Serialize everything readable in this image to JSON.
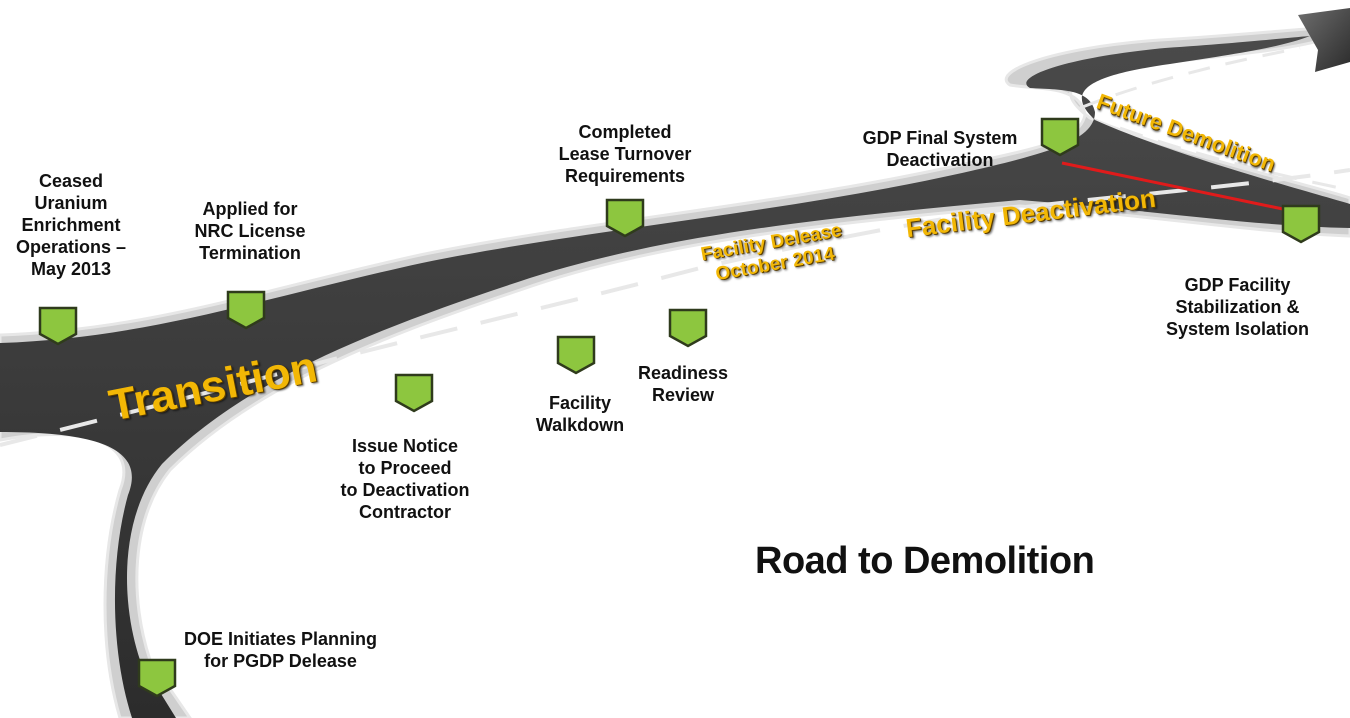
{
  "title": "Road to Demolition",
  "phases": {
    "transition": "Transition",
    "facility_delease": "Facility Delease\nOctober 2014",
    "facility_deactivation": "Facility Deactivation",
    "future_demolition": "Future Demolition"
  },
  "milestones": [
    {
      "id": "ceased",
      "label": "Ceased\nUranium\nEnrichment\nOperations –\nMay 2013"
    },
    {
      "id": "applied",
      "label": "Applied for\nNRC License\nTermination"
    },
    {
      "id": "issue",
      "label": "Issue Notice\nto Proceed\nto Deactivation\nContractor"
    },
    {
      "id": "walkdown",
      "label": "Facility\nWalkdown"
    },
    {
      "id": "readiness",
      "label": "Readiness\nReview"
    },
    {
      "id": "lease",
      "label": "Completed\nLease Turnover\nRequirements"
    },
    {
      "id": "final",
      "label": "GDP Final System\nDeactivation"
    },
    {
      "id": "stabilization",
      "label": "GDP Facility\nStabilization &\nSystem Isolation"
    },
    {
      "id": "doe",
      "label": "DOE Initiates Planning\nfor PGDP Delease"
    }
  ],
  "colors": {
    "road": "#3a3a3a",
    "marker": "#8dc63f",
    "phase_text": "#f2b705",
    "connector": "#e01b1b"
  }
}
